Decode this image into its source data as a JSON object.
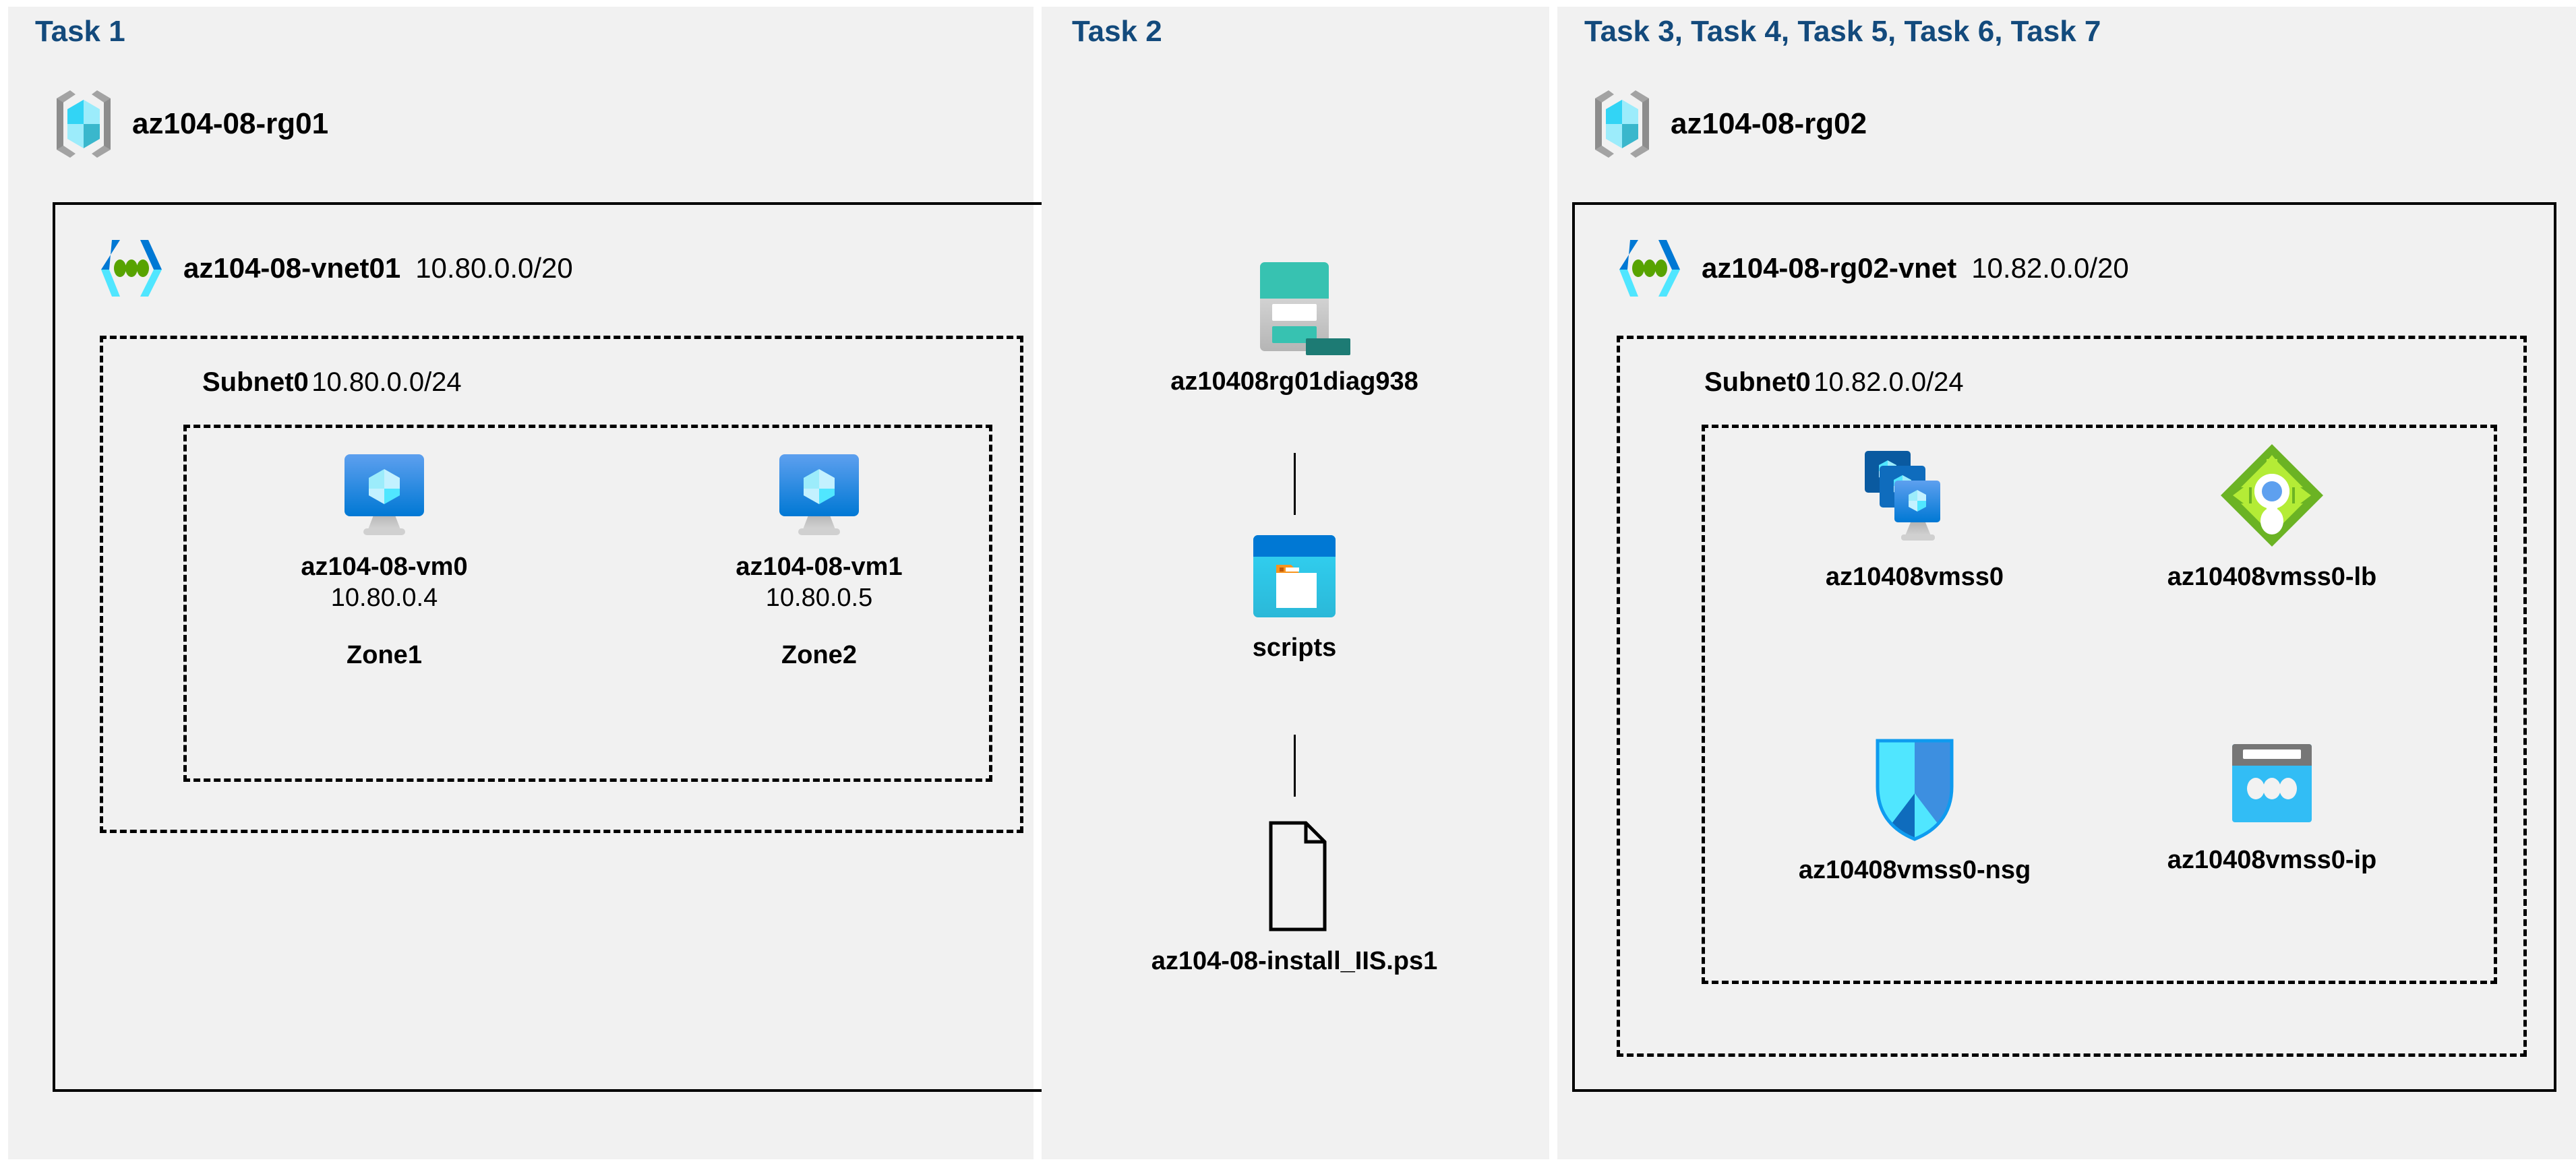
{
  "colors": {
    "task_title": "#134a7c",
    "panel_bg": "#f1f1f1",
    "page_bg": "#ffffff",
    "border": "#000000",
    "azure_blue": "#0078d4",
    "azure_cyan": "#50e6ff",
    "storage_teal": "#37c2b1",
    "storage_teal_dark": "#1d7b74",
    "lb_green": "#6bb324",
    "lb_green_light": "#b4ec36",
    "nsg_blue": "#32bdf5",
    "ip_gray": "#767676",
    "ip_cyan": "#32bdf5",
    "folder_orange": "#f7941e"
  },
  "panels": [
    {
      "id": "task1",
      "title": "Task 1",
      "resource_group": {
        "name": "az104-08-rg01",
        "icon": "resource-group-icon"
      },
      "vnet": {
        "name": "az104-08-vnet01",
        "cidr": "10.80.0.0/20",
        "icon": "virtual-network-icon"
      },
      "subnet": {
        "name": "Subnet0",
        "cidr": "10.80.0.0/24"
      },
      "vms": [
        {
          "name": "az104-08-vm0",
          "ip": "10.80.0.4",
          "zone": "Zone1",
          "icon": "virtual-machine-icon"
        },
        {
          "name": "az104-08-vm1",
          "ip": "10.80.0.5",
          "zone": "Zone2",
          "icon": "virtual-machine-icon"
        }
      ]
    },
    {
      "id": "task2",
      "title": "Task 2",
      "items": [
        {
          "name": "az10408rg01diag938",
          "icon": "storage-account-icon"
        },
        {
          "name": "scripts",
          "icon": "blob-container-icon"
        },
        {
          "name": "az104-08-install_IIS.ps1",
          "icon": "file-document-icon"
        }
      ]
    },
    {
      "id": "task3to7",
      "title": "Task 3, Task 4, Task 5, Task 6, Task 7",
      "resource_group": {
        "name": "az104-08-rg02",
        "icon": "resource-group-icon"
      },
      "vnet": {
        "name": "az104-08-rg02-vnet",
        "cidr": "10.82.0.0/20",
        "icon": "virtual-network-icon"
      },
      "subnet": {
        "name": "Subnet0",
        "cidr": "10.82.0.0/24"
      },
      "resources": [
        {
          "name": "az10408vmss0",
          "icon": "vm-scale-set-icon"
        },
        {
          "name": "az10408vmss0-lb",
          "icon": "load-balancer-icon"
        },
        {
          "name": "az10408vmss0-nsg",
          "icon": "network-security-group-icon"
        },
        {
          "name": "az10408vmss0-ip",
          "icon": "public-ip-address-icon"
        }
      ]
    }
  ]
}
